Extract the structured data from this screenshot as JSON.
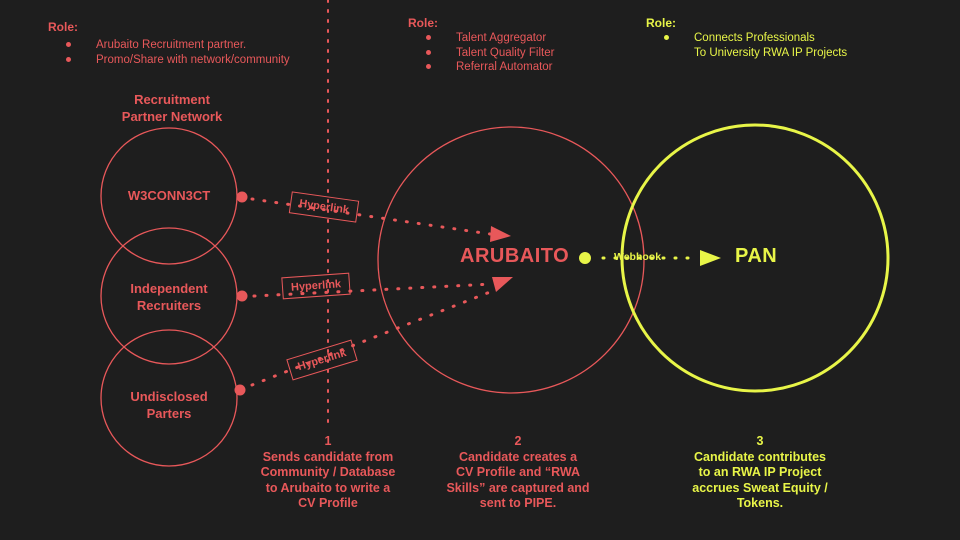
{
  "roles": {
    "partners": {
      "title": "Role:",
      "items": [
        "Arubaito Recruitment partner.",
        "Promo/Share with network/community"
      ]
    },
    "arubaito": {
      "title": "Role:",
      "items": [
        "Talent Aggregator",
        "Talent Quality Filter",
        "Referral Automator"
      ]
    },
    "pan": {
      "title": "Role:",
      "items": [
        "Connects Professionals\nTo University RWA IP Projects"
      ]
    }
  },
  "network_title": "Recruitment\nPartner Network",
  "partners": [
    {
      "label": "W3CONN3CT"
    },
    {
      "label": "Independent\nRecruiters"
    },
    {
      "label": "Undisclosed\nParters"
    }
  ],
  "links": [
    "Hyperlink",
    "Hyperlink",
    "Hyperlink"
  ],
  "arubaito_label": "ARUBAITO",
  "pan_label": "PAN",
  "webhook_label": "Webhook",
  "steps": [
    {
      "number": "1",
      "text": "Sends candidate from\nCommunity / Database\nto Arubaito to write a\nCV Profile"
    },
    {
      "number": "2",
      "text": "Candidate creates a\nCV Profile and “RWA\nSkills” are captured and\nsent to PIPE."
    },
    {
      "number": "3",
      "text": "Candidate contributes\nto an RWA IP Project\naccrues Sweat Equity /\nTokens."
    }
  ],
  "colors": {
    "red": "#e8585a",
    "yellow": "#e8f548",
    "background": "#1e1e1e"
  }
}
